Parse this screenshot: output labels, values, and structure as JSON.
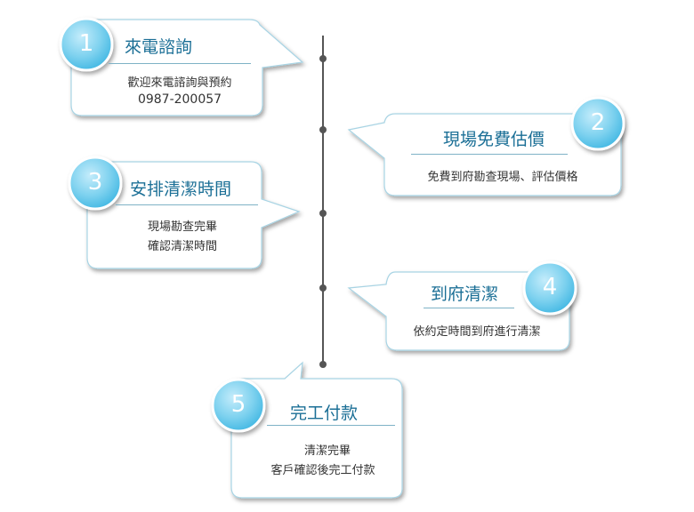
{
  "colors": {
    "bubble_border": "#a8d4e4",
    "bubble_fill": "#ffffff",
    "circle_light": "#c4ecfb",
    "circle_mid": "#7fd2ef",
    "circle_dark": "#3fb6e2",
    "title_text": "#1b6f96",
    "timeline": "#555555"
  },
  "steps": [
    {
      "number": "1",
      "title": "來電諮詢",
      "lines": [
        "歡迎來電諮詢與預約",
        "0987-200057"
      ]
    },
    {
      "number": "2",
      "title": "現場免費估價",
      "lines": [
        "免費到府勘查現場、評估價格"
      ]
    },
    {
      "number": "3",
      "title": "安排清潔時間",
      "lines": [
        "現場勘查完畢",
        "確認清潔時間"
      ]
    },
    {
      "number": "4",
      "title": "到府清潔",
      "lines": [
        "依約定時間到府進行清潔"
      ]
    },
    {
      "number": "5",
      "title": "完工付款",
      "lines": [
        "清潔完畢",
        "客戶確認後完工付款"
      ]
    }
  ]
}
